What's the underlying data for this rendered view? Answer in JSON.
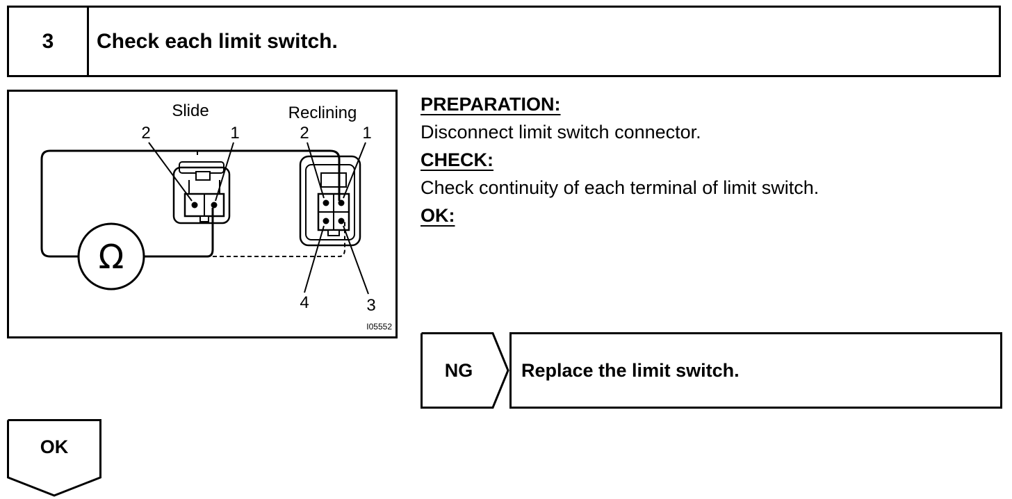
{
  "step": {
    "number": "3",
    "title": "Check each limit switch."
  },
  "figure": {
    "label_slide": "Slide",
    "label_reclining": "Reclining",
    "terminal_slide_2": "2",
    "terminal_slide_1": "1",
    "terminal_recl_2": "2",
    "terminal_recl_1": "1",
    "terminal_4": "4",
    "terminal_3": "3",
    "ohm_symbol": "Ω",
    "figure_id": "I05552",
    "icon": "ohmmeter-connector-diagram"
  },
  "instructions": {
    "preparation_heading": "PREPARATION:",
    "preparation_text": "Disconnect limit switch connector.",
    "check_heading": "CHECK:",
    "check_text": "Check continuity of each terminal of limit switch.",
    "ok_heading": "OK:"
  },
  "ng": {
    "label": "NG",
    "result": "Replace the limit switch."
  },
  "ok": {
    "label": "OK"
  }
}
